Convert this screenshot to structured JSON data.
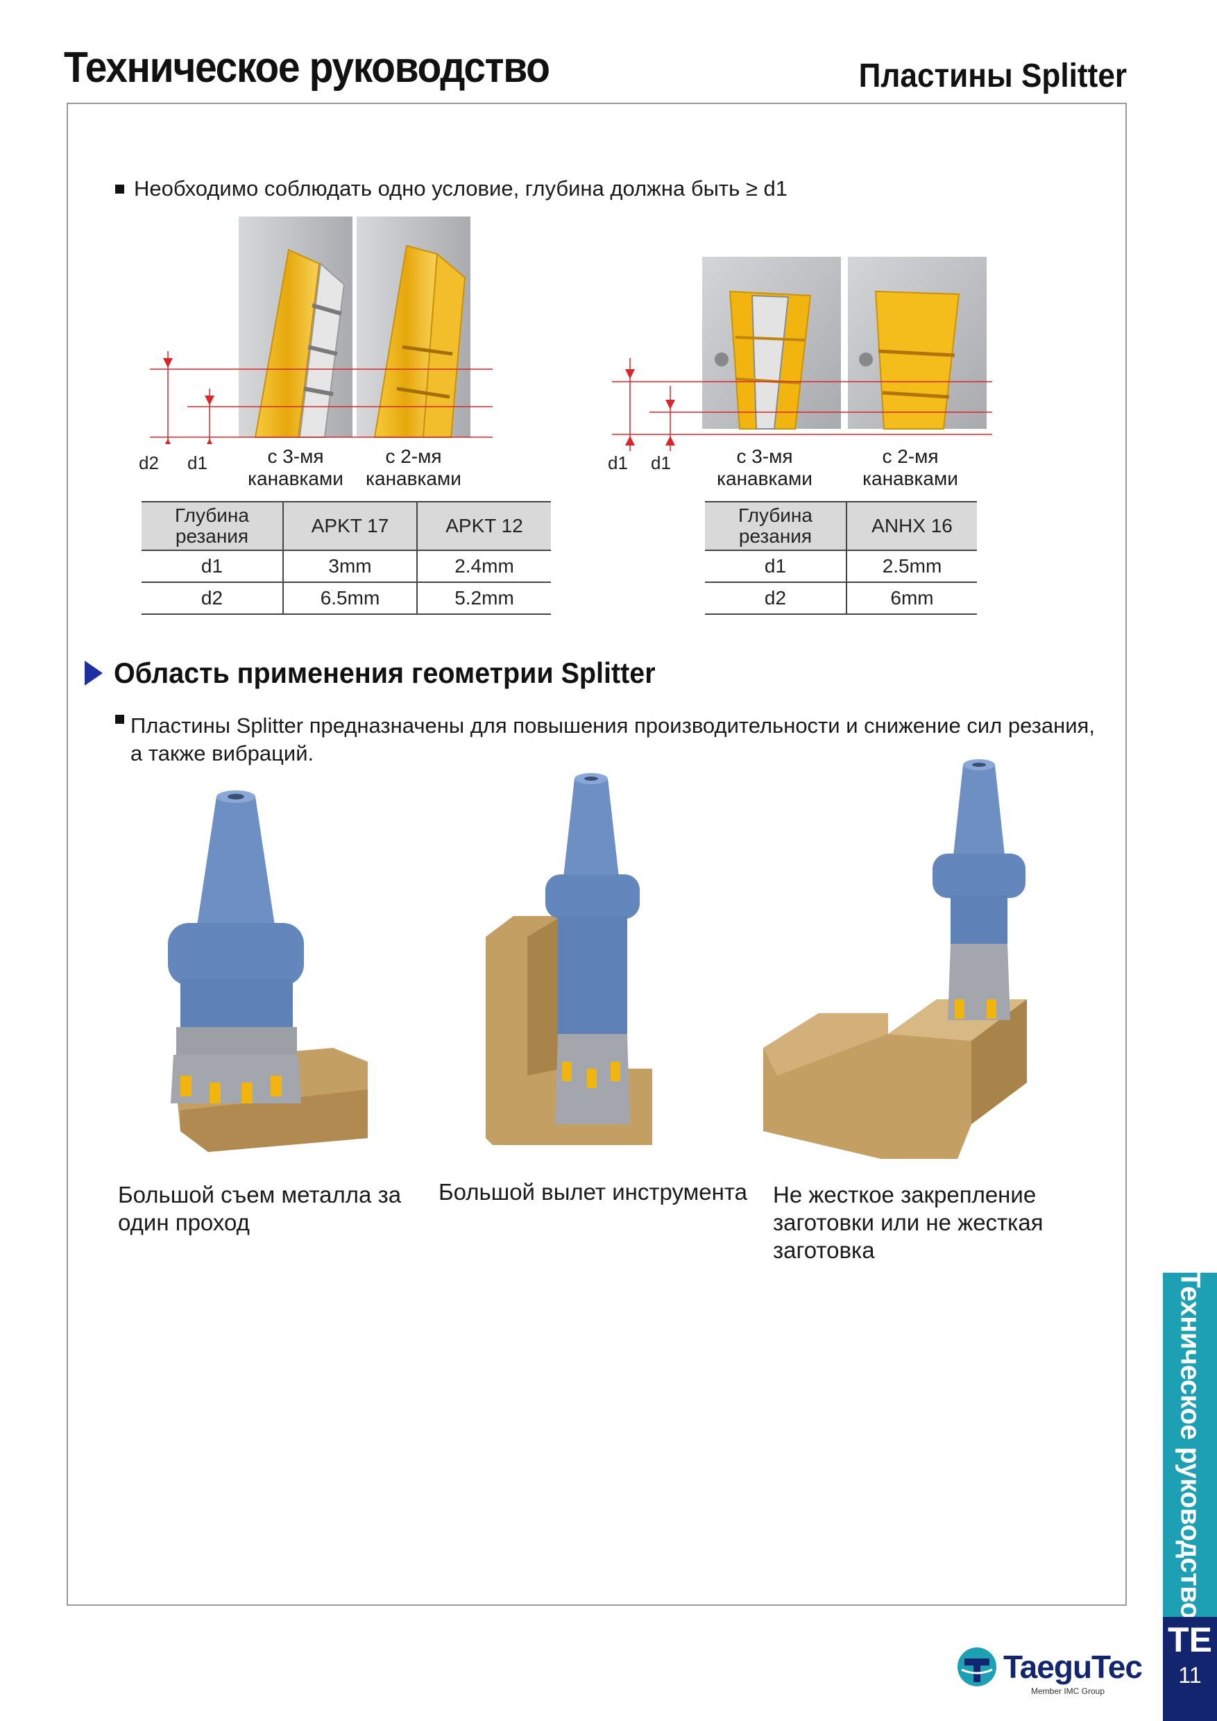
{
  "header": {
    "title": "Техническое руководство",
    "subtitle": "Пластины Splitter"
  },
  "top_section": {
    "condition": "Необходимо соблюдать одно условие, глубина должна быть ≥ d1",
    "left_diagram": {
      "dim_labels": [
        "d2",
        "d1"
      ],
      "grooves": [
        "с 3-мя\nканавками",
        "с 2-мя\nканавками"
      ]
    },
    "right_diagram": {
      "dim_labels": [
        "d1",
        "d1"
      ],
      "grooves": [
        "с 3-мя\nканавками",
        "с 2-мя\nканавками"
      ]
    },
    "table_left": {
      "headers": [
        "Глубина\nрезания",
        "APKT 17",
        "APKT 12"
      ],
      "rows": [
        [
          "d1",
          "3mm",
          "2.4mm"
        ],
        [
          "d2",
          "6.5mm",
          "5.2mm"
        ]
      ]
    },
    "table_right": {
      "headers": [
        "Глубина\nрезания",
        "ANHX 16"
      ],
      "rows": [
        [
          "d1",
          "2.5mm"
        ],
        [
          "d2",
          "6mm"
        ]
      ]
    }
  },
  "application": {
    "heading": "Область применения геометрии Splitter",
    "description": "Пластины Splitter предназначены для повышения производительности и снижение сил резания, а также вибраций.",
    "cases": [
      {
        "caption": "Большой съем металла за\nодин проход"
      },
      {
        "caption": "Большой вылет инструмента"
      },
      {
        "caption": "Не жесткое закрепление\nзаготовки или не жесткая\nзаготовка"
      }
    ]
  },
  "side_tab": {
    "label": "Техническое руководство",
    "code": "TE",
    "page": "11"
  },
  "logo": {
    "name": "TaeguTec",
    "tagline": "Member IMC Group"
  },
  "colors": {
    "tool_blue": "#6d8fc4",
    "insert_gold": "#f2b50f",
    "workpiece": "#b9935a",
    "tab_teal": "#1ea0b4",
    "navy": "#13256e",
    "dim_red": "#d8262b"
  }
}
